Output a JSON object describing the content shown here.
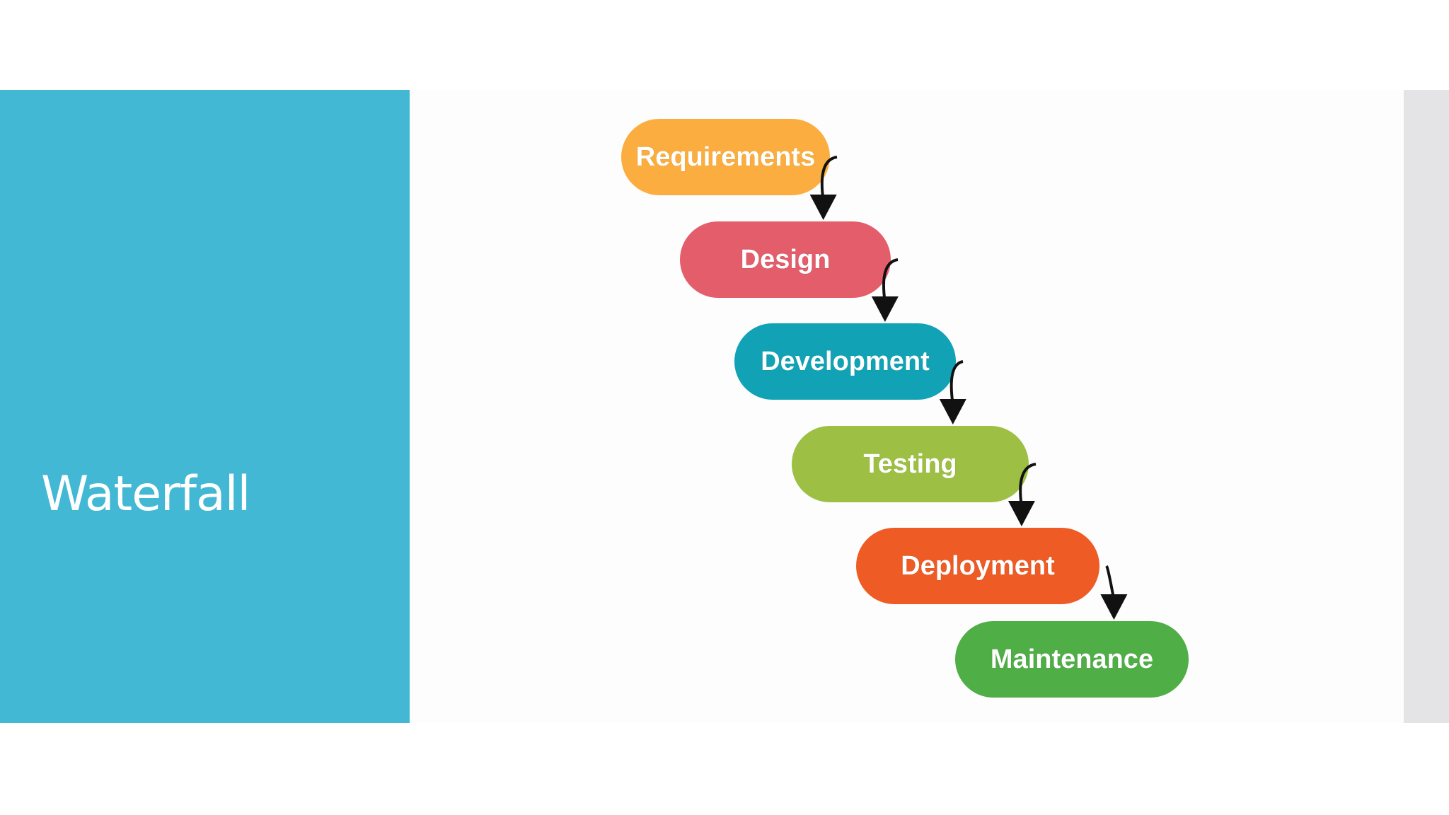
{
  "slide": {
    "title": "Waterfall"
  },
  "colors": {
    "title_panel": "#43b8d4",
    "side_strip": "#e4e4e6",
    "arrow": "#111111"
  },
  "diagram": {
    "stages": [
      {
        "label": "Requirements",
        "color": "#fbae3f"
      },
      {
        "label": "Design",
        "color": "#e35d6a"
      },
      {
        "label": "Development",
        "color": "#11a3b5"
      },
      {
        "label": "Testing",
        "color": "#9dc044"
      },
      {
        "label": "Deployment",
        "color": "#ee5b25"
      },
      {
        "label": "Maintenance",
        "color": "#4fae46"
      }
    ]
  }
}
